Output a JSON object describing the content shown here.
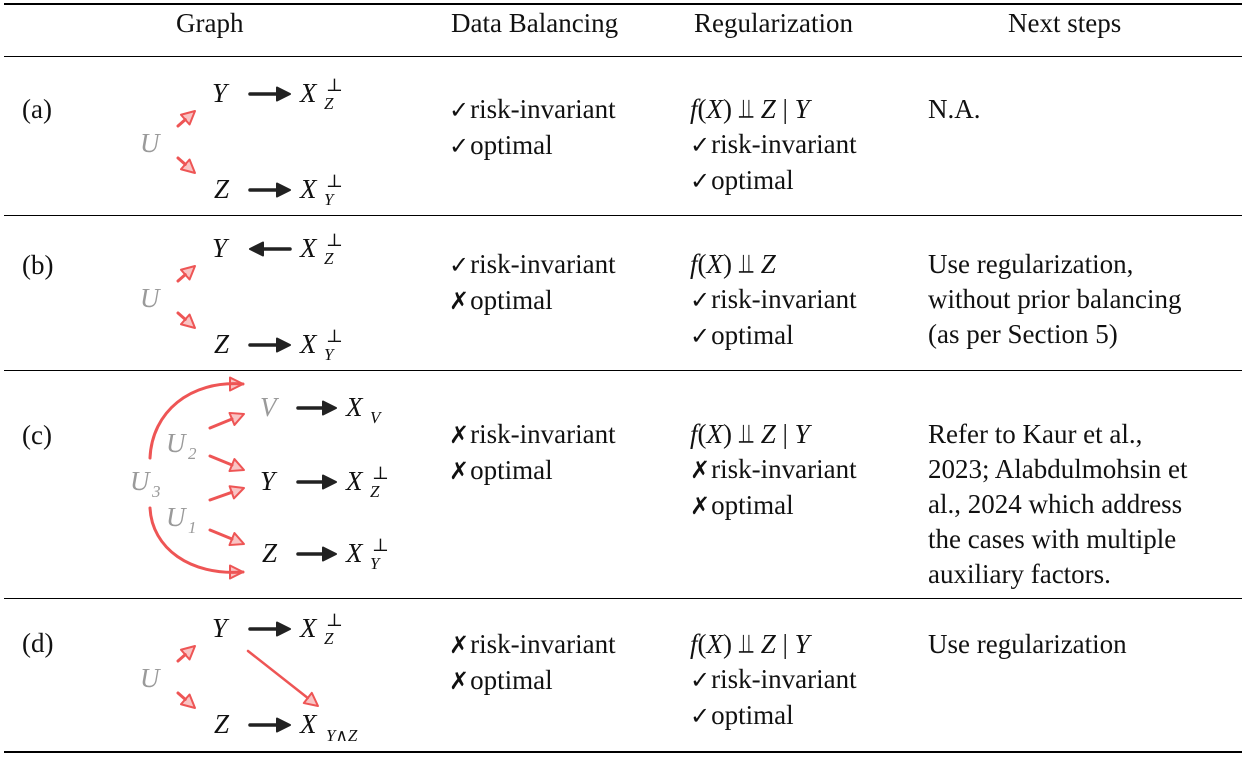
{
  "header": {
    "graph": "Graph",
    "data_balancing": "Data Balancing",
    "regularization": "Regularization",
    "next_steps": "Next steps"
  },
  "marks": {
    "check": "✓",
    "cross": "✗"
  },
  "rows": [
    {
      "label": "(a)",
      "graph": {
        "u": "U",
        "y": "Y",
        "z": "Z",
        "xz": "X",
        "xz_sup": "⊥",
        "xz_sub": "Z",
        "xy": "X",
        "xy_sup": "⊥",
        "xy_sub": "Y",
        "y_arrow": "right"
      },
      "balancing": [
        {
          "ok": true,
          "text": "risk-invariant"
        },
        {
          "ok": true,
          "text": "optimal"
        }
      ],
      "reg": {
        "f": "f",
        "x": "X",
        "z": "Z",
        "given": "Y"
      },
      "reg_items": [
        {
          "ok": true,
          "text": "risk-invariant"
        },
        {
          "ok": true,
          "text": "optimal"
        }
      ],
      "next": [
        "N.A."
      ]
    },
    {
      "label": "(b)",
      "graph": {
        "u": "U",
        "y": "Y",
        "z": "Z",
        "xz": "X",
        "xz_sup": "⊥",
        "xz_sub": "Z",
        "xy": "X",
        "xy_sup": "⊥",
        "xy_sub": "Y",
        "y_arrow": "left"
      },
      "balancing": [
        {
          "ok": true,
          "text": "risk-invariant"
        },
        {
          "ok": false,
          "text": "optimal"
        }
      ],
      "reg": {
        "f": "f",
        "x": "X",
        "z": "Z",
        "given": ""
      },
      "reg_items": [
        {
          "ok": true,
          "text": "risk-invariant"
        },
        {
          "ok": true,
          "text": "optimal"
        }
      ],
      "next": [
        "Use regularization,",
        "without prior balancing",
        "(as per Section 5)"
      ]
    },
    {
      "label": "(c)",
      "graph": {
        "u3": "U",
        "u3_sub": "3",
        "u2": "U",
        "u2_sub": "2",
        "u1": "U",
        "u1_sub": "1",
        "v": "V",
        "xv": "X",
        "xv_sub": "V",
        "y": "Y",
        "xz": "X",
        "xz_sup": "⊥",
        "xz_sub": "Z",
        "z": "Z",
        "xy": "X",
        "xy_sup": "⊥",
        "xy_sub": "Y"
      },
      "balancing": [
        {
          "ok": false,
          "text": "risk-invariant"
        },
        {
          "ok": false,
          "text": "optimal"
        }
      ],
      "reg": {
        "f": "f",
        "x": "X",
        "z": "Z",
        "given": "Y"
      },
      "reg_items": [
        {
          "ok": false,
          "text": "risk-invariant"
        },
        {
          "ok": false,
          "text": "optimal"
        }
      ],
      "next": [
        "Refer to Kaur et al.,",
        "2023; Alabdulmohsin et",
        "al., 2024 which address",
        "the cases with multiple",
        "auxiliary factors."
      ]
    },
    {
      "label": "(d)",
      "graph": {
        "u": "U",
        "y": "Y",
        "z": "Z",
        "xz": "X",
        "xz_sup": "⊥",
        "xz_sub": "Z",
        "xyz": "X",
        "xyz_sub": "Y∧Z",
        "y_arrow": "right"
      },
      "balancing": [
        {
          "ok": false,
          "text": "risk-invariant"
        },
        {
          "ok": false,
          "text": "optimal"
        }
      ],
      "reg": {
        "f": "f",
        "x": "X",
        "z": "Z",
        "given": "Y"
      },
      "reg_items": [
        {
          "ok": true,
          "text": "risk-invariant"
        },
        {
          "ok": true,
          "text": "optimal"
        }
      ],
      "next": [
        "Use regularization"
      ]
    }
  ],
  "colors": {
    "red": "#ee5555",
    "dark": "#222222",
    "gray": "#9a9a9a"
  }
}
